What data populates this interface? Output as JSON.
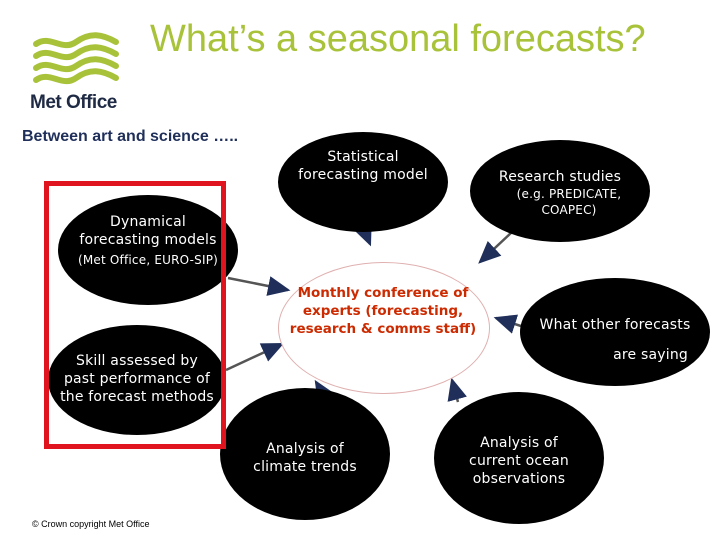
{
  "title": "What’s a seasonal forecasts?",
  "logo": {
    "text": "Met Office",
    "icon": "met-office-waves-logo",
    "color": "#a8c23a"
  },
  "subtitle": "Between art and science …..",
  "center": {
    "lines": [
      "Monthly conference of",
      "experts (forecasting,",
      "research & comms staff)"
    ],
    "color": "#cc2a00"
  },
  "nodes": {
    "statistical": [
      "Statistical",
      "forecasting model"
    ],
    "research": {
      "title": "Research studies",
      "detail": [
        "(e.g. PREDICATE,",
        "COAPEC)"
      ]
    },
    "dynamical": {
      "title": [
        "Dynamical",
        "forecasting models"
      ],
      "detail": "(Met Office, EURO-SIP)"
    },
    "other": [
      "What other forecasts",
      "are saying"
    ],
    "skill": [
      "Skill assessed by",
      "past performance of",
      "the forecast methods"
    ],
    "climate": [
      "Analysis of",
      "climate trends"
    ],
    "ocean": [
      "Analysis of",
      "current ocean",
      "observations"
    ]
  },
  "highlight_color": "#e0141e",
  "copyright": "© Crown copyright   Met Office"
}
